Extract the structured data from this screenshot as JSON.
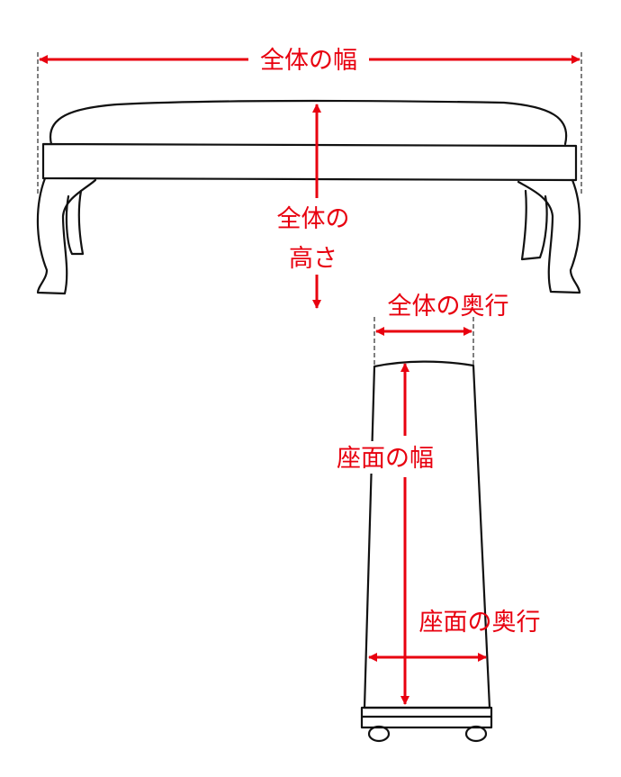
{
  "labels": {
    "overall_width": "全体の幅",
    "overall_height_line1": "全体の",
    "overall_height_line2": "高さ",
    "overall_depth": "全体の奥行",
    "seat_width": "座面の幅",
    "seat_depth": "座面の奥行"
  },
  "colors": {
    "dimension": "#e8000f",
    "outline": "#111111"
  }
}
